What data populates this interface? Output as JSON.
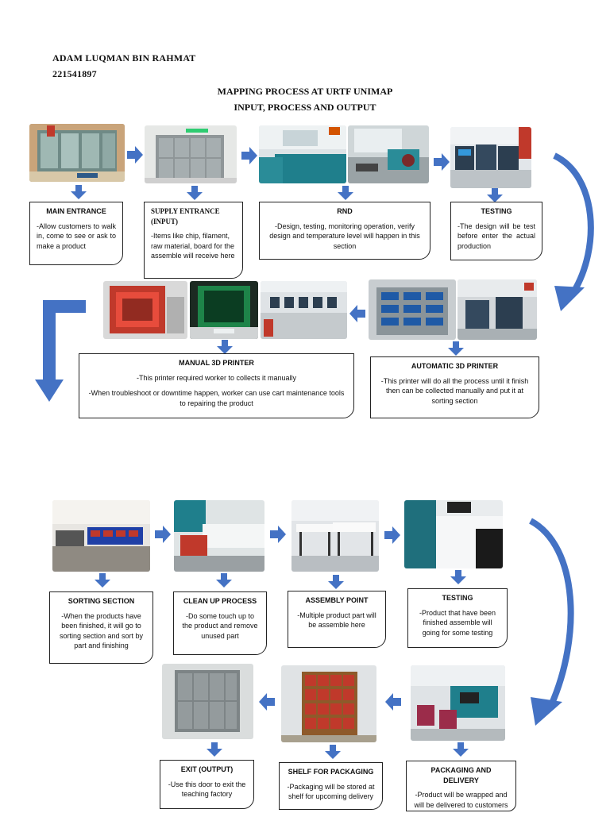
{
  "header": {
    "name": "ADAM LUQMAN BIN RAHMAT",
    "id": "221541897",
    "title1": "MAPPING PROCESS AT URTF UNIMAP",
    "title2": "INPUT, PROCESS AND OUTPUT"
  },
  "steps": {
    "main_entrance": {
      "title": "MAIN ENTRANCE",
      "text": "-Allow customers to walk in, come to see or ask to make a product"
    },
    "supply": {
      "title": "SUPPLY ENTRANCE (INPUT)",
      "text": "-Items like chip, filament, raw material, board for the assemble will receive here"
    },
    "rnd": {
      "title": "RND",
      "text": "-Design, testing, monitoring operation, verify design and temperature level will happen in this section"
    },
    "testing1": {
      "title": "TESTING",
      "text": "-The design will be test before enter the actual production"
    },
    "manual": {
      "title": "MANUAL 3D PRINTER",
      "text1": "-This printer required worker to collects it manually",
      "text2": "-When troubleshoot or downtime happen, worker can use cart maintenance tools to repairing the product"
    },
    "automatic": {
      "title": "AUTOMATIC 3D PRINTER",
      "text": "-This printer will do all the process until it finish then can be collected manually and put it at sorting section"
    },
    "sorting": {
      "title": "SORTING SECTION",
      "text": "-When the products have been finished, it will go to sorting section and sort by part and finishing"
    },
    "cleanup": {
      "title": "CLEAN UP PROCESS",
      "text": "-Do some touch up to the product and remove unused part"
    },
    "assembly": {
      "title": "ASSEMBLY POINT",
      "text": "-Multiple product part will be assemble here"
    },
    "testing2": {
      "title": "TESTING",
      "text": "-Product that have been finished assemble will going for some testing"
    },
    "exit": {
      "title": "EXIT (OUTPUT)",
      "text": "-Use this door to exit the teaching factory"
    },
    "shelf": {
      "title": "SHELF FOR PACKAGING",
      "text": "-Packaging will be stored at shelf for upcoming delivery"
    },
    "packaging": {
      "title": "PACKAGING AND DELIVERY",
      "text": "-Product will be wrapped and will be delivered to customers"
    }
  },
  "colors": {
    "arrow": "#4472c4",
    "arrow_dark": "#2f5597",
    "box_border": "#222222"
  }
}
